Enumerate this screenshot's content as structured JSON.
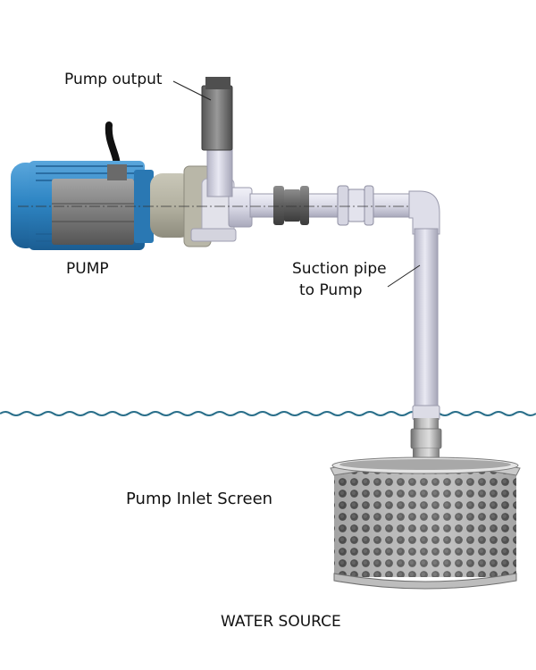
{
  "labels": {
    "pump_output": "Pump output",
    "pump": "PUMP",
    "suction_line1": "Suction pipe",
    "suction_line2": "to Pump",
    "inlet_screen": "Pump Inlet Screen",
    "water_source": "WATER SOURCE"
  },
  "colors": {
    "motor_blue": "#2f86c4",
    "pipe": "#d8d8e6",
    "water_line": "#2a6f8a",
    "steel": "#9a9a9a"
  }
}
